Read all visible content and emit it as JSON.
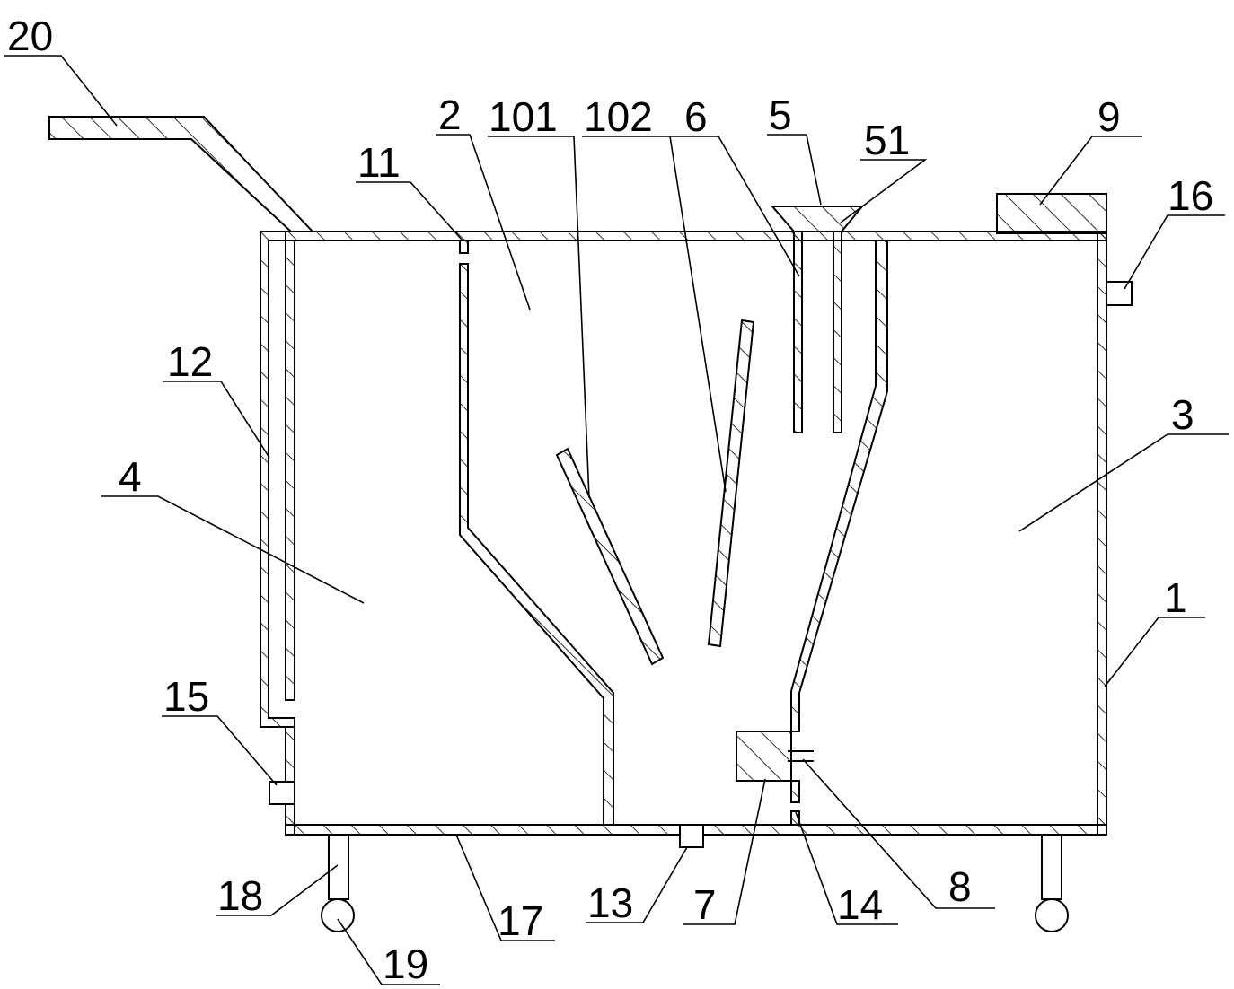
{
  "diagram": {
    "line_color": "#000000",
    "background": "#ffffff",
    "labels": {
      "l20": "20",
      "l11": "11",
      "l2": "2",
      "l101": "101",
      "l102": "102",
      "l6": "6",
      "l5": "5",
      "l51": "51",
      "l9": "9",
      "l16": "16",
      "l12": "12",
      "l3": "3",
      "l4": "4",
      "l1": "1",
      "l15": "15",
      "l8": "8",
      "l18": "18",
      "l17": "17",
      "l13": "13",
      "l7": "7",
      "l14": "14",
      "l19": "19"
    }
  }
}
